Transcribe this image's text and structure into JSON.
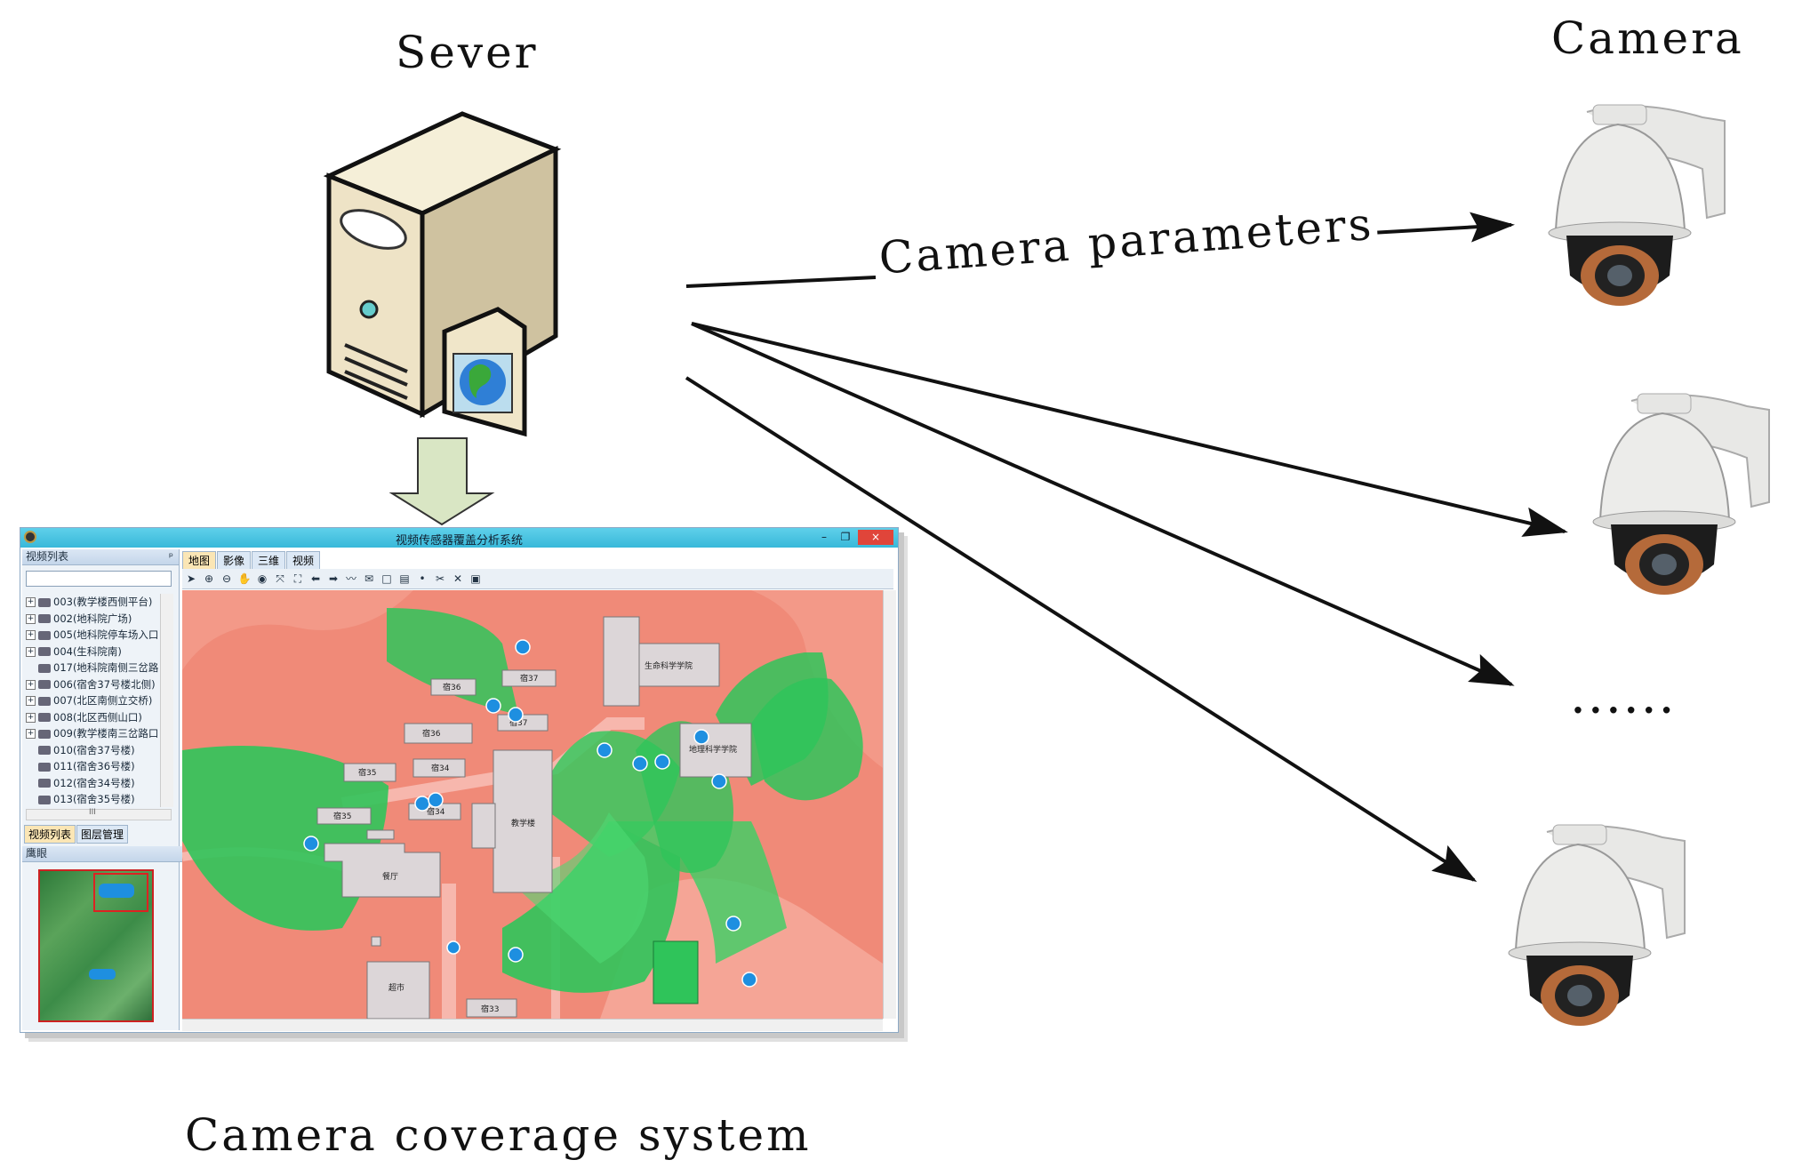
{
  "labels": {
    "server": "Sever",
    "camera": "Camera",
    "parameters": "Camera parameters",
    "ellipsis": "......",
    "system": "Camera coverage system"
  },
  "app": {
    "title": "视频传感器覆盖分析系统",
    "controls": {
      "minimize": "–",
      "restore": "❐",
      "close": "×"
    },
    "left_panel": {
      "header": "视频列表",
      "pin": "ᵖ",
      "items": [
        {
          "label": "003(教学楼西侧平台)",
          "expandable": true
        },
        {
          "label": "002(地科院广场)",
          "expandable": true
        },
        {
          "label": "005(地科院停车场入口",
          "expandable": true
        },
        {
          "label": "004(生科院南)",
          "expandable": true
        },
        {
          "label": "017(地科院南侧三岔路",
          "expandable": false
        },
        {
          "label": "006(宿舍37号楼北侧)",
          "expandable": true
        },
        {
          "label": "007(北区南侧立交桥)",
          "expandable": true
        },
        {
          "label": "008(北区西侧山口)",
          "expandable": true
        },
        {
          "label": "009(教学楼南三岔路口",
          "expandable": true
        },
        {
          "label": "010(宿舍37号楼)",
          "expandable": false
        },
        {
          "label": "011(宿舍36号楼)",
          "expandable": false
        },
        {
          "label": "012(宿舍34号楼)",
          "expandable": false
        },
        {
          "label": "013(宿舍35号楼)",
          "expandable": false
        }
      ],
      "tabs": [
        {
          "label": "视频列表",
          "active": true
        },
        {
          "label": "图层管理",
          "active": false
        }
      ],
      "eagle_eye_header": "鹰眼",
      "scroll_mark": "III"
    },
    "map_tabs": [
      {
        "label": "地图",
        "active": true
      },
      {
        "label": "影像",
        "active": false
      },
      {
        "label": "三维",
        "active": false
      },
      {
        "label": "视频",
        "active": false
      }
    ],
    "toolbar_icons": [
      "pointer-icon",
      "zoom-in-icon",
      "zoom-out-icon",
      "pan-icon",
      "globe-icon",
      "full-extent-icon",
      "fixed-zoom-icon",
      "back-icon",
      "forward-icon",
      "polyline-icon",
      "envelope-icon",
      "rectangle-icon",
      "clipboard-icon",
      "point-icon",
      "scissors-icon",
      "delete-icon",
      "paste-icon"
    ],
    "toolbar_glyphs": [
      "➤",
      "⊕",
      "⊖",
      "✋",
      "◉",
      "⤧",
      "⛶",
      "⬅",
      "➡",
      "〰",
      "✉",
      "□",
      "▤",
      "•",
      "✂",
      "✕",
      "▣"
    ],
    "map_labels": {
      "b36a": "宿36",
      "b37a": "宿37",
      "b36b": "宿36",
      "b37b": "宿37",
      "b35a": "宿35",
      "b34a": "宿34",
      "b35b": "宿35",
      "b34b": "宿34",
      "life": "生命科学学院",
      "geo": "地理科学学院",
      "teach": "教学楼",
      "dining": "餐厅",
      "market": "超市",
      "b33": "宿33"
    }
  },
  "colors": {
    "coverage_green": "#2fc45a",
    "map_background": "#f08a78",
    "building": "#dcd6d8",
    "road": "#f7b7ad",
    "camera_marker": "#1e8fe0",
    "title_bar": "#38b8d9"
  }
}
